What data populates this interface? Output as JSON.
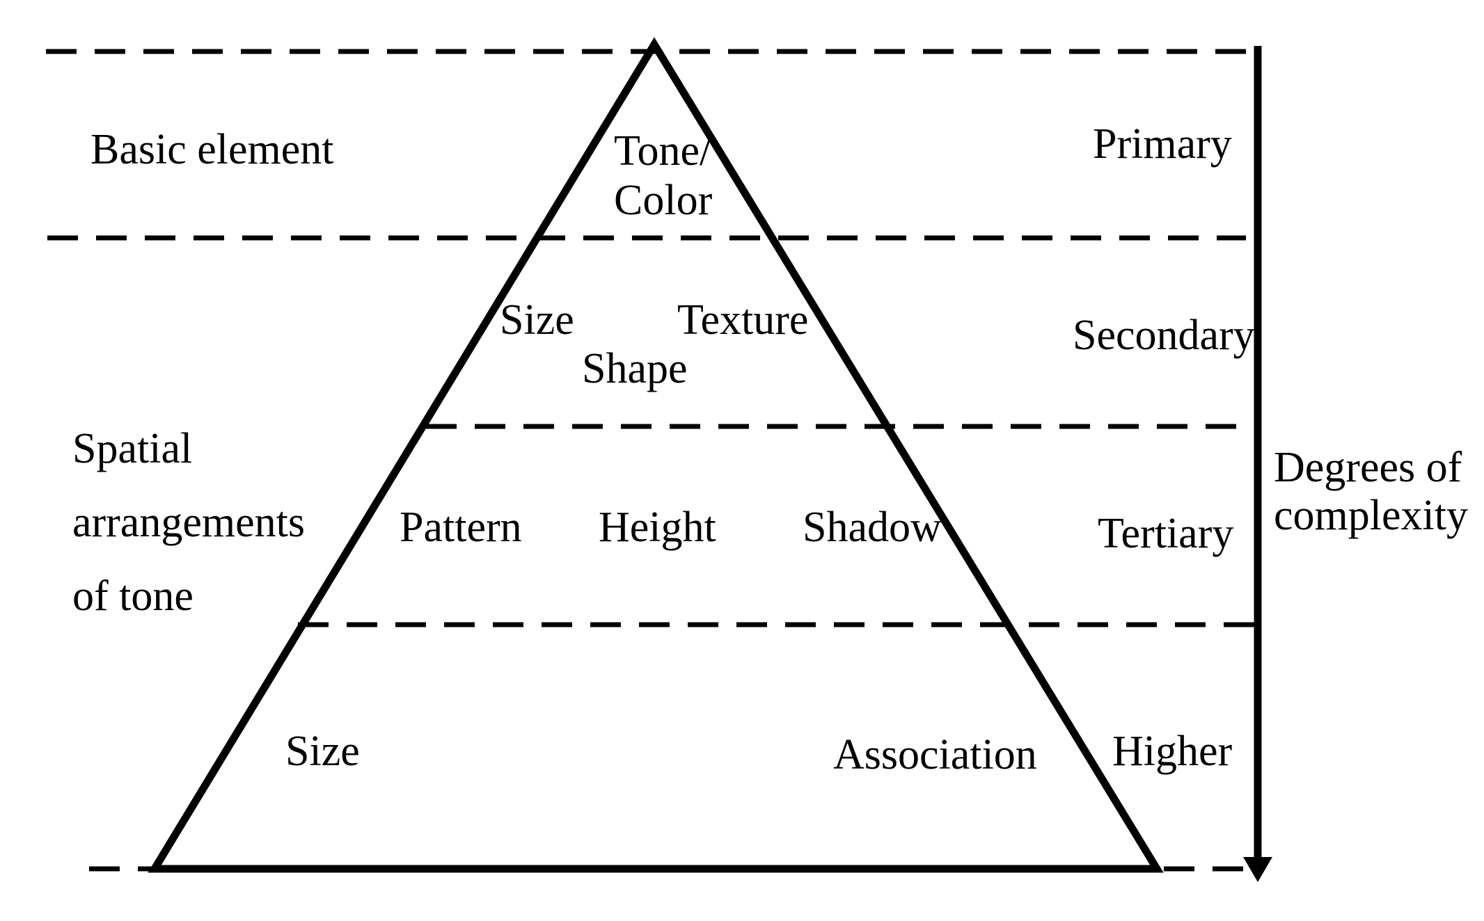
{
  "labels": {
    "left": {
      "basic_element": "Basic element",
      "spatial_line1": "Spatial",
      "spatial_line2": "arrangements",
      "spatial_line3": "of tone"
    },
    "pyramid": {
      "tone_line1": "Tone/",
      "tone_line2": "Color",
      "size_upper": "Size",
      "texture": "Texture",
      "shape": "Shape",
      "pattern": "Pattern",
      "height": "Height",
      "shadow": "Shadow",
      "size_lower": "Size",
      "association": "Association"
    },
    "levels": {
      "primary": "Primary",
      "secondary": "Secondary",
      "tertiary": "Tertiary",
      "higher": "Higher"
    },
    "axis": {
      "line1": "Degrees of",
      "line2": "complexity"
    }
  }
}
